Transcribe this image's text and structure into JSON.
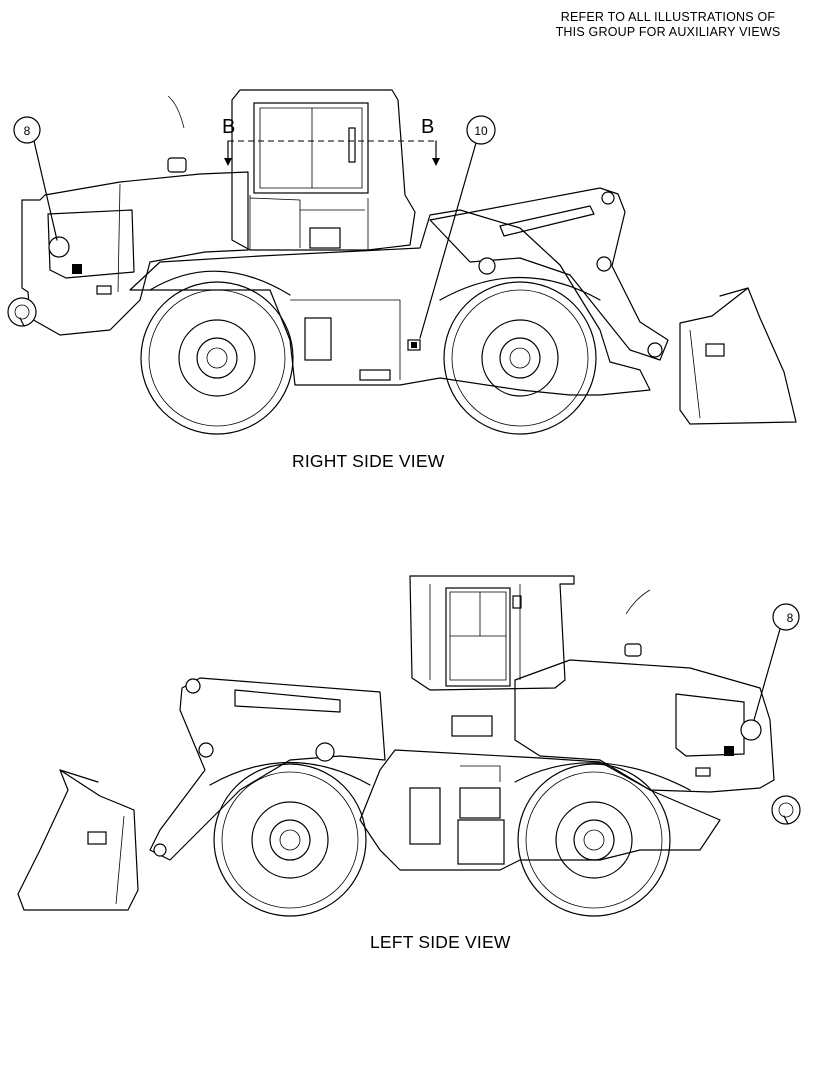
{
  "note": {
    "line1": "REFER TO ALL ILLUSTRATIONS OF",
    "line2": "THIS GROUP FOR AUXILIARY VIEWS"
  },
  "right_view": {
    "caption": "RIGHT SIDE VIEW",
    "section_marker_left": "B",
    "section_marker_right": "B",
    "callout_8": "8",
    "callout_10": "10"
  },
  "left_view": {
    "caption": "LEFT SIDE VIEW",
    "callout_8": "8"
  }
}
